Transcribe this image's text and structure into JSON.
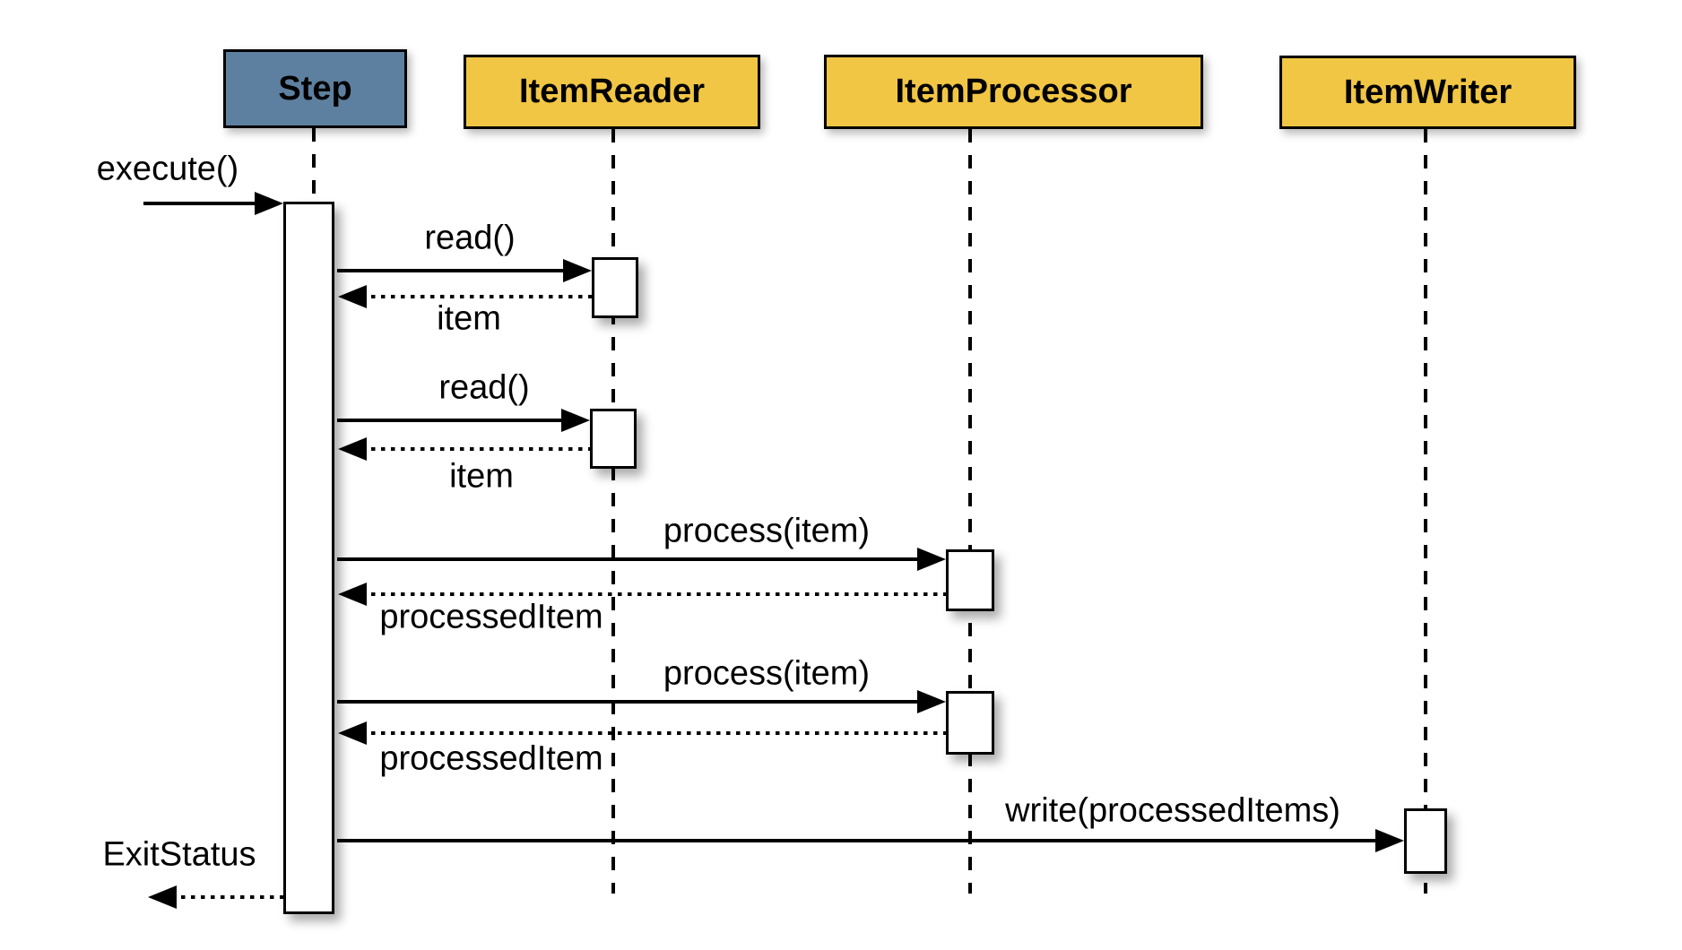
{
  "colors": {
    "step_fill": "#5e80a0",
    "component_fill": "#f1c644",
    "line": "#000000",
    "background": "#ffffff"
  },
  "participants": [
    {
      "label": "Step"
    },
    {
      "label": "ItemReader"
    },
    {
      "label": "ItemProcessor"
    },
    {
      "label": "ItemWriter"
    }
  ],
  "messages": {
    "execute": {
      "label": "execute()",
      "type": "call"
    },
    "read1": {
      "label": "read()",
      "type": "call"
    },
    "item1": {
      "label": "item",
      "type": "return"
    },
    "read2": {
      "label": "read()",
      "type": "call"
    },
    "item2": {
      "label": "item",
      "type": "return"
    },
    "process1": {
      "label": "process(item)",
      "type": "call"
    },
    "processedItem1": {
      "label": "processedItem",
      "type": "return"
    },
    "process2": {
      "label": "process(item)",
      "type": "call"
    },
    "processedItem2": {
      "label": "processedItem",
      "type": "return"
    },
    "write": {
      "label": "write(processedItems)",
      "type": "call"
    },
    "exitStatus": {
      "label": "ExitStatus",
      "type": "return"
    }
  }
}
